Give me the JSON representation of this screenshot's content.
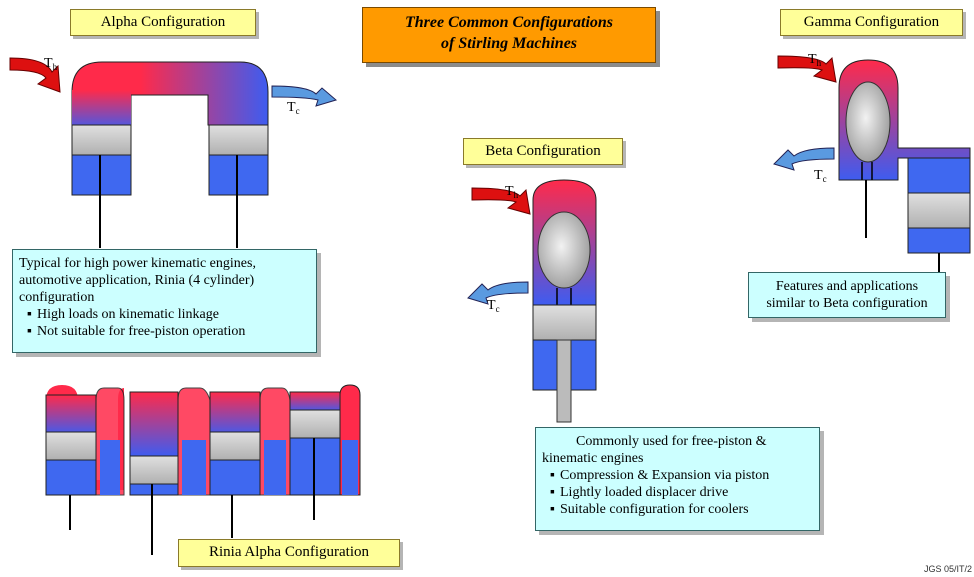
{
  "title": {
    "line1": "Three Common Configurations",
    "line2": "of Stirling Machines"
  },
  "labels": {
    "alpha": "Alpha Configuration",
    "beta": "Beta Configuration",
    "gamma": "Gamma Configuration",
    "rinia": "Rinia Alpha Configuration"
  },
  "temps": {
    "hot_main": "T",
    "hot_sub": "h",
    "cold_main": "T",
    "cold_sub": "c"
  },
  "notes": {
    "alpha": {
      "intro": [
        "Typical for high power kinematic engines,",
        "automotive application, Rinia (4 cylinder)",
        "configuration"
      ],
      "bullets": [
        "High loads on kinematic linkage",
        "Not suitable for free-piston operation"
      ]
    },
    "beta": {
      "intro": [
        "Commonly used for free-piston &",
        "kinematic engines"
      ],
      "bullets": [
        "Compression & Expansion via piston",
        "Lightly loaded displacer drive",
        "Suitable configuration for coolers"
      ]
    },
    "gamma": {
      "intro": [
        "Features and applications",
        "similar to Beta configuration"
      ]
    }
  },
  "credit": "JGS 05/IT/2",
  "colors": {
    "hot": "#ff2a4a",
    "cold": "#2f63f2",
    "piston": "#c8c8c8",
    "arrow_hot": "#dd1010",
    "arrow_cold": "#5a9ae0"
  }
}
